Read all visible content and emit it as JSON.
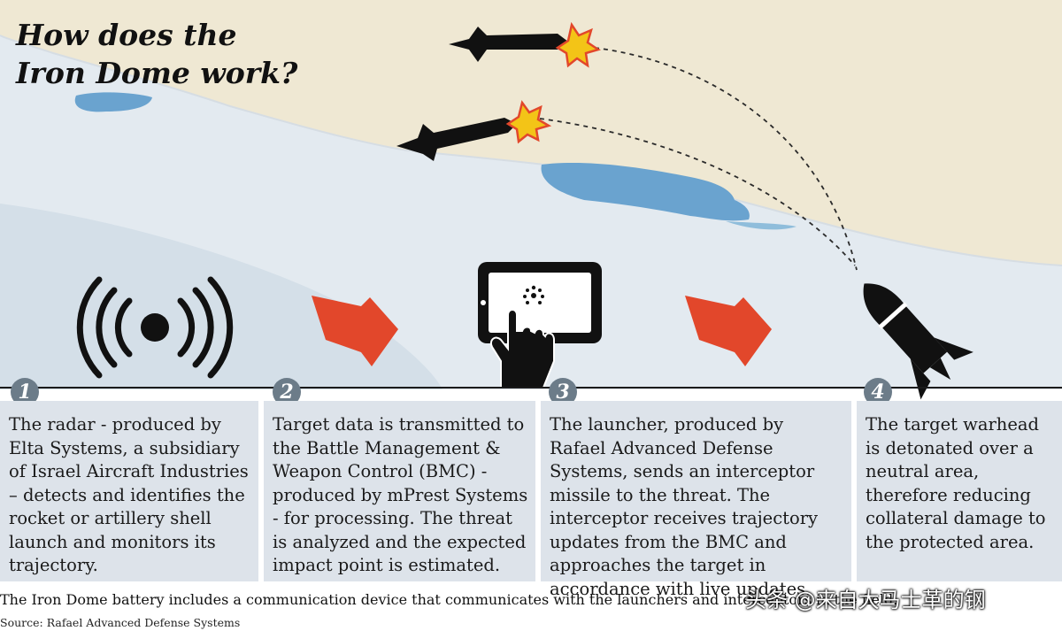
{
  "title": {
    "line1": "How does the",
    "line2": "Iron Dome work?"
  },
  "steps": [
    {
      "number": "1",
      "icon": "radar-icon",
      "text": "The radar - produced by Elta Systems, a subsidiary of Israel Aircraft Industries – detects and identifies the rocket or artillery shell launch and monitors its trajectory."
    },
    {
      "number": "2",
      "icon": "tablet-touch-icon",
      "text": "Target data is transmitted to the Battle Management & Weapon Control (BMC) - produced by mPrest Systems - for processing. The threat is analyzed and the expected impact point is estimated."
    },
    {
      "number": "3",
      "icon": "tablet-touch-icon",
      "text": "The launcher, produced by Rafael Advanced Defense Systems, sends an interceptor missile to the threat. The interceptor receives trajectory updates from the BMC and approaches the target in accordance with live updates."
    },
    {
      "number": "4",
      "icon": "interceptor-missile-icon",
      "text": "The target warhead is detonated over a neutral area, therefore reducing collateral damage to the protected area."
    }
  ],
  "footer_note": "The Iron Dome battery includes a communication device that communicates with the launchers and interceptors in the field.",
  "source": "Source: Rafael Advanced Defense Systems",
  "watermark": "头条 @来自大马士革的钢",
  "colors": {
    "sand": "#efe8d3",
    "sea": "#e1e9ef",
    "lake": "#6aa3cf",
    "arrow": "#e2472b",
    "panel": "#dde3ea",
    "number_badge": "#6c7c89",
    "ink": "#111111"
  }
}
